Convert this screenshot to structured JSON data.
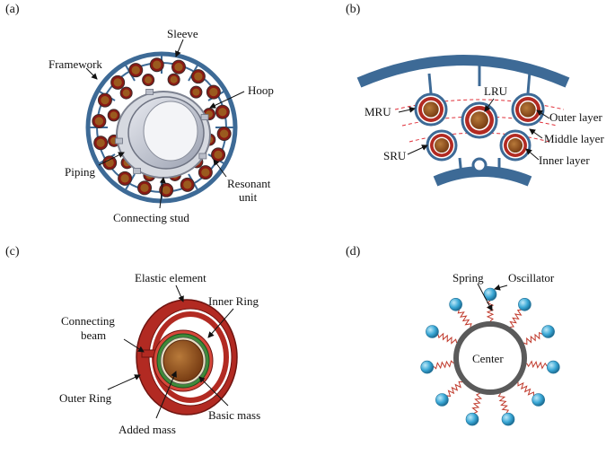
{
  "panels": {
    "a": {
      "label": "(a)",
      "callouts": {
        "sleeve": "Sleeve",
        "framework": "Framework",
        "hoop": "Hoop",
        "piping": "Piping",
        "resonant_line1": "Resonant",
        "resonant_line2": "unit",
        "connecting_stud": "Connecting stud"
      }
    },
    "b": {
      "label": "(b)",
      "callouts": {
        "lru": "LRU",
        "mru": "MRU",
        "sru": "SRU",
        "outer_layer": "Outer layer",
        "middle_layer": "Middle layer",
        "inner_layer": "Inner layer"
      }
    },
    "c": {
      "label": "(c)",
      "callouts": {
        "elastic_element": "Elastic element",
        "inner_ring": "Inner Ring",
        "connecting_beam_line1": "Connecting",
        "connecting_beam_line2": "beam",
        "outer_ring": "Outer Ring",
        "basic_mass": "Basic mass",
        "added_mass": "Added mass"
      }
    },
    "d": {
      "label": "(d)",
      "callouts": {
        "spring": "Spring",
        "oscillator": "Oscillator",
        "center": "Center"
      }
    }
  },
  "colors": {
    "framework_blue": "#3d6a96",
    "unit_red": "#8a1a14",
    "unit_brown": "#9a5a1e",
    "ring_red": "#b22a22",
    "ring_green": "#3f8a3a",
    "sleeve_gray": "#c4c8d4",
    "ball_blue": "#3aa8d6",
    "spring_red": "#c0392b",
    "center_gray": "#5a5a5a",
    "layer_dash": "#e0303a"
  }
}
